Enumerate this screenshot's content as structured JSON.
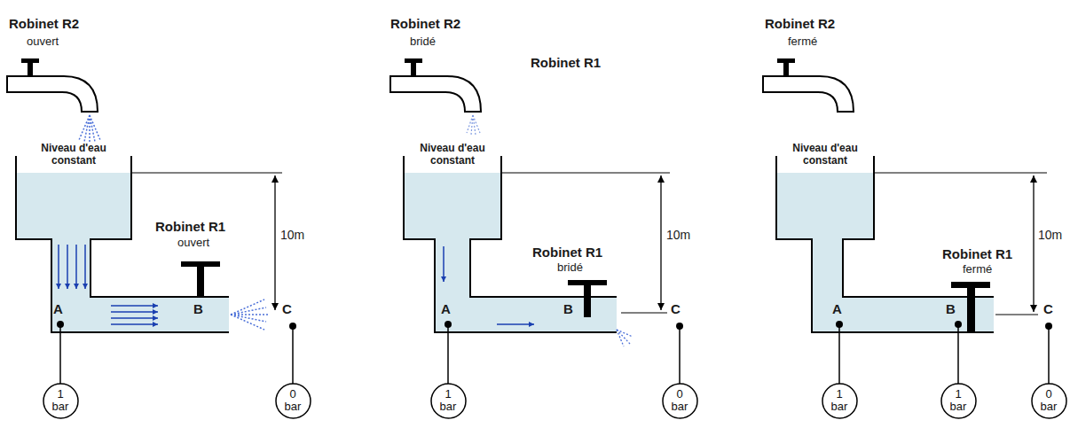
{
  "diagram": {
    "nodes": [
      {
        "text": [
          "1 bar"
        ]
      },
      {
        "text": [
          "0 bar"
        ]
      },
      {
        "text": [
          "1 bar"
        ]
      },
      {
        "text": [
          "0 bar"
        ]
      },
      {
        "text": [
          "1 bar"
        ]
      },
      {
        "text": [
          "1 bar"
        ]
      },
      {
        "text": [
          "0 bar"
        ]
      }
    ],
    "labels": [
      "Robinet R2",
      "ouvert",
      "Niveau d'eau constant",
      "Robinet R1",
      "ouvert",
      "A",
      "B",
      "10m",
      "C",
      "Robinet R2",
      "bridé",
      "Robinet R1",
      "Niveau d'eau constant",
      "Robinet R1",
      "bridé",
      "A",
      "B",
      "10m",
      "C",
      "Robinet R2",
      "fermé",
      "Niveau d'eau constant",
      "Robinet R1",
      "fermé",
      "A",
      "B",
      "10m",
      "C"
    ]
  }
}
